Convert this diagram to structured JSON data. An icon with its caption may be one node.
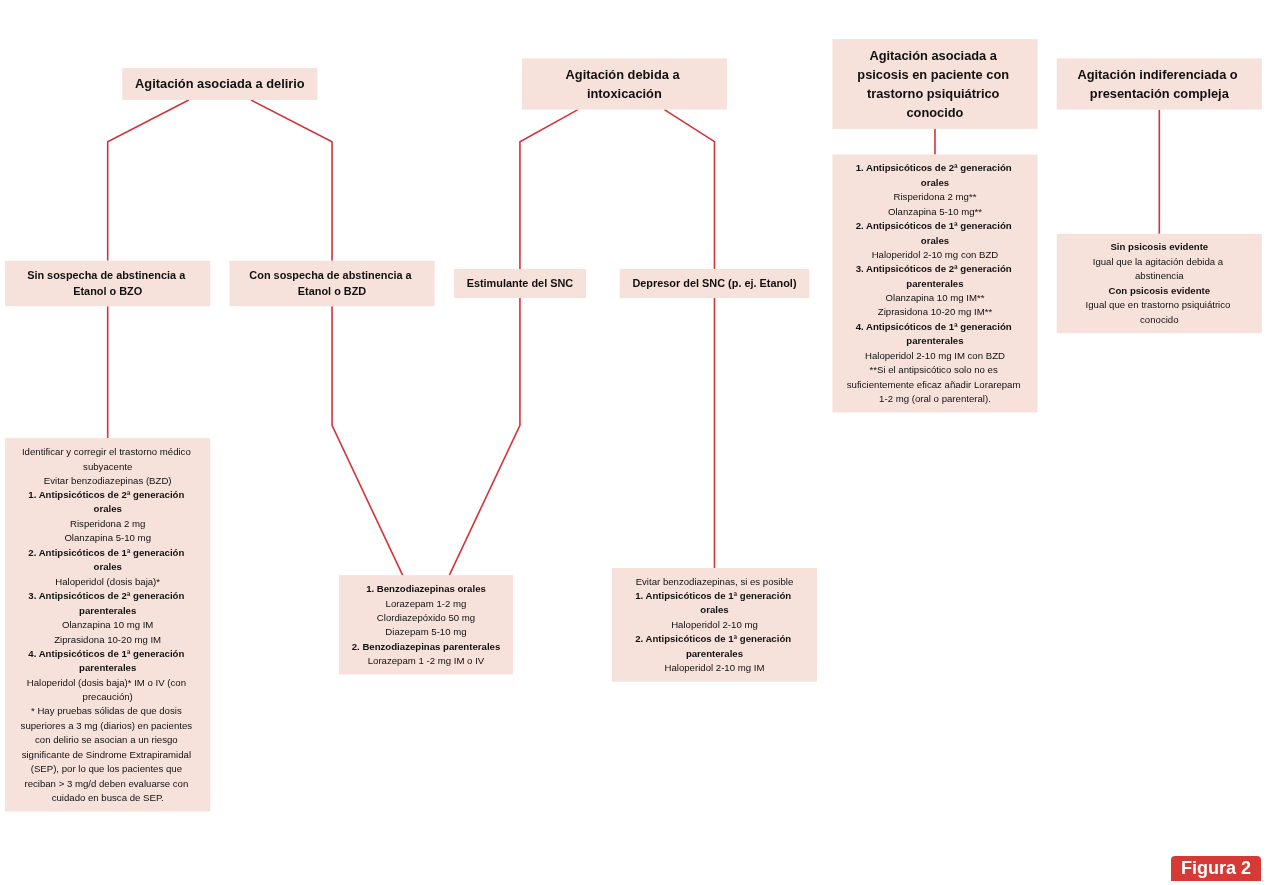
{
  "diagram": {
    "nodes": [
      {
        "text": [
          "Agitación asociada a delirio"
        ]
      },
      {
        "text": [
          "Agitación debida a intoxicación"
        ]
      },
      {
        "text": [
          "Agitación asociada a psicosis en paciente con trastorno psiquiátrico conocido"
        ]
      },
      {
        "text": [
          "Agitación indiferenciada o presentación compleja"
        ]
      },
      {
        "text": [
          "Sin sospecha de abstinencia a Etanol o BZO"
        ]
      },
      {
        "text": [
          "Con sospecha de abstinencia a Etanol o BZD"
        ]
      },
      {
        "text": [
          "Estimulante del SNC"
        ]
      },
      {
        "text": [
          "Depresor del SNC (p. ej. Etanol)"
        ]
      },
      {
        "text": [
          "Identificar y corregir el trastorno médico subyacente",
          "Evitar benzodiazepinas (BZD)",
          "**1. Antipsicóticos de 2ª generación orales**",
          "Risperidona 2 mg",
          "Olanzapina 5-10 mg",
          "**2. Antipsicóticos de 1ª generación orales**",
          "Haloperidol (dosis baja)*",
          "**3. Antipsicóticos de 2ª generación parenterales**",
          "Olanzapina 10 mg IM",
          "Ziprasidona 10-20 mg IM",
          "**4. Antipsicóticos de 1ª generación parenterales**",
          "Haloperidol (dosis baja)* IM o IV (con precaución)",
          "* Hay pruebas sólidas de que dosis superiores a 3 mg (diarios) en pacientes con delirio se asocian a un riesgo significante de Sindrome Extrapiramidal (SEP), por lo que los pacientes que reciban > 3 mg/d deben evaluarse con cuidado en busca de SEP."
        ]
      },
      {
        "text": [
          "**1. Benzodiazepinas orales**",
          "Lorazepam 1-2 mg",
          "Clordiazepóxido 50 mg",
          "Diazepam 5-10 mg",
          "**2. Benzodiazepinas parenterales**",
          "Lorazepam 1 -2 mg IM o IV"
        ]
      },
      {
        "text": [
          "Evitar benzodiazepinas, si es posible",
          "**1. Antipsicóticos de 1ª generación orales**",
          "Haloperidol 2-10 mg",
          "**2. Antipsicóticos de 1ª generación parenterales**",
          "Haloperidol 2-10 mg IM"
        ]
      },
      {
        "text": [
          "**1. Antipsicóticos de 2ª generación orales**",
          "Risperidona 2 mg**",
          "Olanzapina 5-10 mg**",
          "**2. Antipsicóticos de 1ª generación orales**",
          "Haloperidol 2-10 mg con BZD",
          "**3. Antipsicóticos de 2ª generación parenterales**",
          "Olanzapina 10 mg IM**",
          "Ziprasidona 10-20 mg IM**",
          "**4. Antipsicóticos de 1ª generación parenterales**",
          "Haloperidol 2-10 mg IM con BZD",
          "**Si el antipsicótico solo no es suficientemente eficaz añadir Lorarepam 1-2 mg (oral o parenteral)."
        ]
      },
      {
        "text": [
          "**Sin psicosis evidente**",
          "Igual que la agitación debida a abstinencia",
          "**Con psicosis evidente**",
          "Igual que en trastorno psiquiátrico conocido"
        ]
      }
    ],
    "edges": [
      {
        "from": 0,
        "to": 4,
        "arrow": "none"
      },
      {
        "from": 0,
        "to": 5,
        "arrow": "none"
      },
      {
        "from": 1,
        "to": 6,
        "arrow": "none"
      },
      {
        "from": 1,
        "to": 7,
        "arrow": "none"
      },
      {
        "from": 4,
        "to": 8,
        "arrow": "none"
      },
      {
        "from": 5,
        "to": 9,
        "arrow": "none"
      },
      {
        "from": 6,
        "to": 9,
        "arrow": "none"
      },
      {
        "from": 7,
        "to": 10,
        "arrow": "none"
      },
      {
        "from": 2,
        "to": 11,
        "arrow": "none"
      },
      {
        "from": 3,
        "to": 12,
        "arrow": "none"
      }
    ],
    "labels": [
      "Figura 2"
    ]
  }
}
